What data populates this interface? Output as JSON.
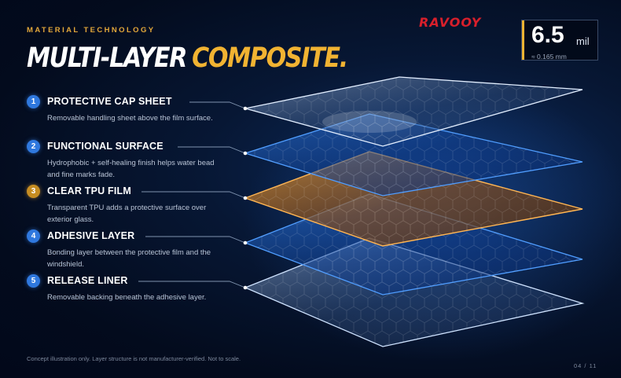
{
  "header": {
    "eyebrow": "MATERIAL TECHNOLOGY",
    "title_part1": "MULTI-LAYER",
    "title_part2": "COMPOSITE."
  },
  "brand": {
    "logo_text": "RAVOOY",
    "color": "#d81f2b"
  },
  "spec": {
    "value": "6.5",
    "unit": "mil",
    "conversion": "≈ 0.165 mm"
  },
  "layers": [
    {
      "number": "1",
      "title": "PROTECTIVE CAP SHEET",
      "description": "Removable handling sheet above the film surface.",
      "color": "blue"
    },
    {
      "number": "2",
      "title": "FUNCTIONAL SURFACE",
      "description": "Hydrophobic + self-healing finish helps water bead and fine marks fade.",
      "color": "blue"
    },
    {
      "number": "3",
      "title": "CLEAR TPU FILM",
      "description": "Transparent TPU adds a protective surface over exterior glass.",
      "color": "gold"
    },
    {
      "number": "4",
      "title": "ADHESIVE LAYER",
      "description": "Bonding layer between the protective film and the windshield.",
      "color": "blue"
    },
    {
      "number": "5",
      "title": "RELEASE LINER",
      "description": "Removable backing beneath the adhesive layer.",
      "color": "blue"
    }
  ],
  "colors": {
    "accent_gold": "#f1b332",
    "layer_blue": "#3d8fff",
    "layer_white": "#cfe3ff",
    "layer_orange": "#f0a040"
  },
  "footer": {
    "disclaimer": "Concept illustration only. Layer structure is not manufacturer-verified. Not to scale.",
    "page_indicator": "04 / 11"
  }
}
